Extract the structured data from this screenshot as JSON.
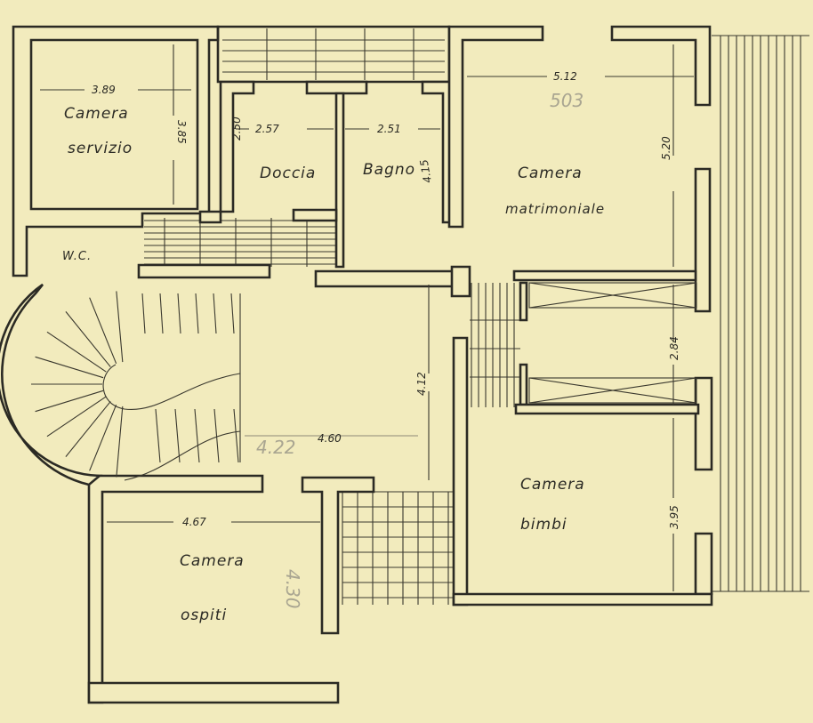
{
  "rooms": {
    "camera_servizio": {
      "line1": "Camera",
      "line2": "servizio",
      "width": "3.89",
      "depth": "3.85"
    },
    "doccia": {
      "label": "Doccia",
      "width": "2.57",
      "depth": "2.50"
    },
    "bagno": {
      "label": "Bagno",
      "width": "2.51",
      "depth": "4.15"
    },
    "wc": {
      "label": "W.C."
    },
    "camera_matrimoniale": {
      "line1": "Camera",
      "line2": "matrimoniale",
      "width": "5.12",
      "depth": "5.20",
      "pencil_note": "503"
    },
    "armadi": {
      "depth": "2.84"
    },
    "disimpegno": {
      "width": "4.60",
      "depth": "4.12",
      "pencil_note": "4.22"
    },
    "camera_bimbi": {
      "line1": "Camera",
      "line2": "bimbi",
      "depth": "3.95"
    },
    "camera_ospiti": {
      "line1": "Camera",
      "line2": "ospiti",
      "width": "4.67",
      "pencil_note": "4.30"
    }
  },
  "colors": {
    "paper": "#f2ebbd",
    "ink": "#2b2a24",
    "pencil": "#8d8a78"
  }
}
